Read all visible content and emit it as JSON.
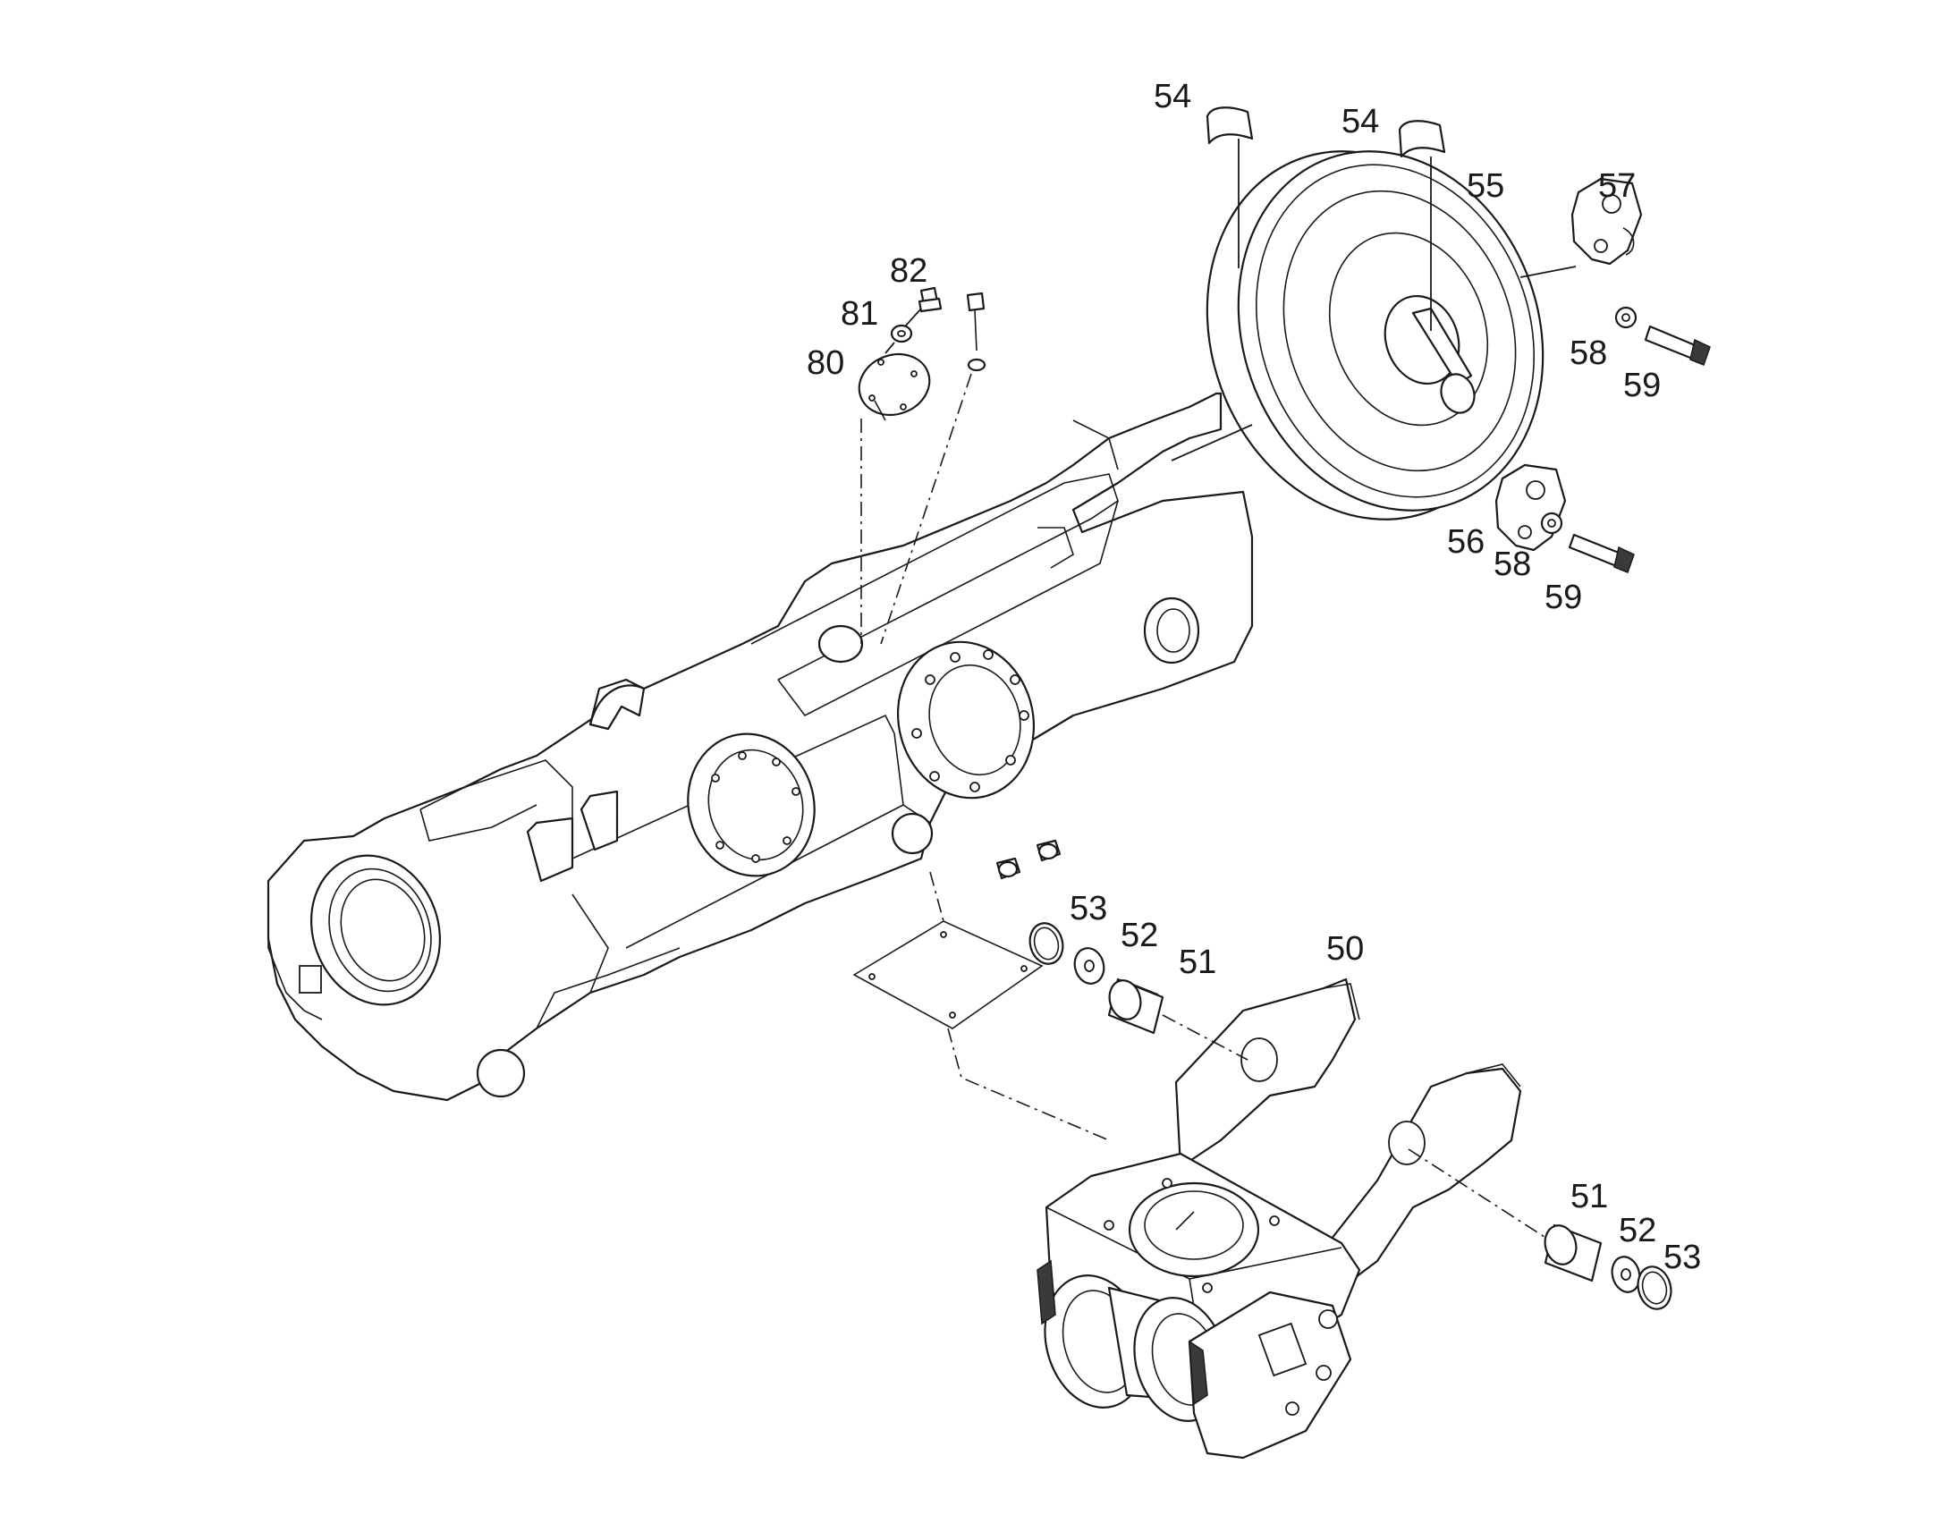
{
  "callouts": [
    {
      "id": "c54a",
      "label": "54"
    },
    {
      "id": "c54b",
      "label": "54"
    },
    {
      "id": "c55",
      "label": "55"
    },
    {
      "id": "c57",
      "label": "57"
    },
    {
      "id": "c58a",
      "label": "58"
    },
    {
      "id": "c59a",
      "label": "59"
    },
    {
      "id": "c56",
      "label": "56"
    },
    {
      "id": "c58b",
      "label": "58"
    },
    {
      "id": "c59b",
      "label": "59"
    },
    {
      "id": "c82",
      "label": "82"
    },
    {
      "id": "c81",
      "label": "81"
    },
    {
      "id": "c80",
      "label": "80"
    },
    {
      "id": "c53a",
      "label": "53"
    },
    {
      "id": "c52a",
      "label": "52"
    },
    {
      "id": "c51a",
      "label": "51"
    },
    {
      "id": "c50",
      "label": "50"
    },
    {
      "id": "c51b",
      "label": "51"
    },
    {
      "id": "c52b",
      "label": "52"
    },
    {
      "id": "c53b",
      "label": "53"
    }
  ]
}
